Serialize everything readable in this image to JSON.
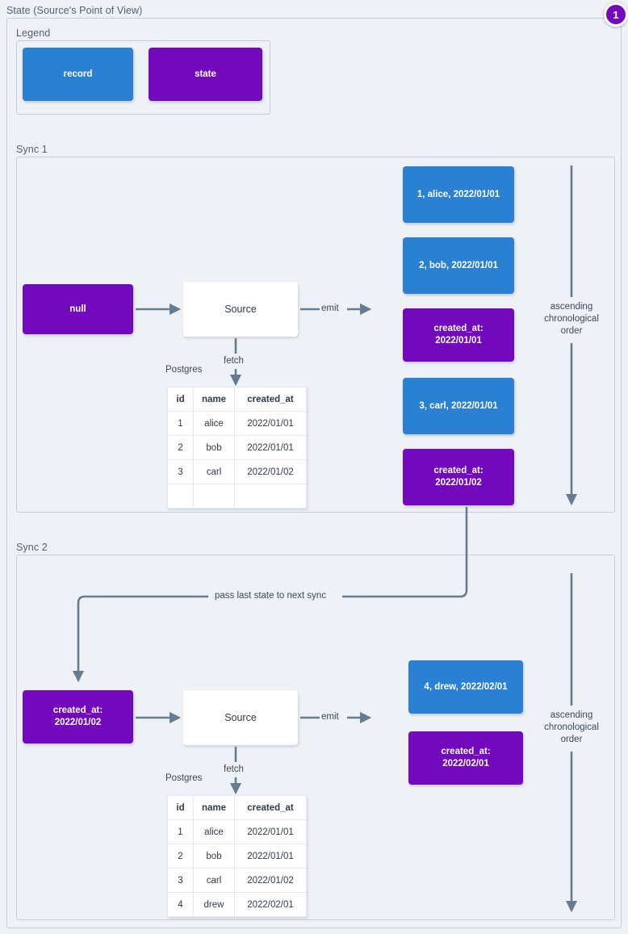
{
  "diagram": {
    "title": "State (Source's Point of View)",
    "badge": "1"
  },
  "legend": {
    "label": "Legend",
    "items": [
      {
        "label": "record",
        "color": "#2a80d2"
      },
      {
        "label": "state",
        "color": "#7209bd"
      }
    ]
  },
  "edges": {
    "emit": "emit",
    "fetch": "fetch",
    "pass_state": "pass last state to next sync",
    "order_note": "ascending\nchronological\norder",
    "order_note_line1": "ascending",
    "order_note_line2": "chronological",
    "order_note_line3": "order"
  },
  "sync1": {
    "label": "Sync 1",
    "input_state": "null",
    "processor": "Source",
    "db_label": "Postgres",
    "table": {
      "columns": [
        "id",
        "name",
        "created_at"
      ],
      "rows": [
        [
          "1",
          "alice",
          "2022/01/01"
        ],
        [
          "2",
          "bob",
          "2022/01/01"
        ],
        [
          "3",
          "carl",
          "2022/01/02"
        ],
        [
          "",
          "",
          ""
        ]
      ]
    },
    "emitted": [
      {
        "kind": "record",
        "text": "1, alice, 2022/01/01"
      },
      {
        "kind": "record",
        "text": "2, bob, 2022/01/01"
      },
      {
        "kind": "state",
        "line1": "created_at:",
        "line2": "2022/01/01"
      },
      {
        "kind": "record",
        "text": "3, carl, 2022/01/01"
      },
      {
        "kind": "state",
        "line1": "created_at:",
        "line2": "2022/01/02"
      }
    ]
  },
  "sync2": {
    "label": "Sync 2",
    "input_state_line1": "created_at:",
    "input_state_line2": "2022/01/02",
    "processor": "Source",
    "db_label": "Postgres",
    "table": {
      "columns": [
        "id",
        "name",
        "created_at"
      ],
      "rows": [
        [
          "1",
          "alice",
          "2022/01/01"
        ],
        [
          "2",
          "bob",
          "2022/01/01"
        ],
        [
          "3",
          "carl",
          "2022/01/02"
        ],
        [
          "4",
          "drew",
          "2022/02/01"
        ]
      ]
    },
    "emitted": [
      {
        "kind": "record",
        "text": "4, drew, 2022/02/01"
      },
      {
        "kind": "state",
        "line1": "created_at:",
        "line2": "2022/02/01"
      }
    ]
  }
}
